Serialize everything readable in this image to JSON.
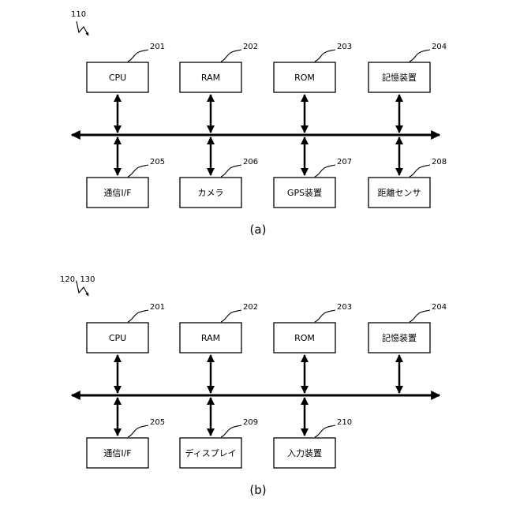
{
  "figures": [
    {
      "id": "a",
      "tag": "110",
      "caption": "(a)",
      "top": [
        {
          "label": "CPU",
          "ref": "201"
        },
        {
          "label": "RAM",
          "ref": "202"
        },
        {
          "label": "ROM",
          "ref": "203"
        },
        {
          "label": "記憶装置",
          "ref": "204"
        }
      ],
      "bottom": [
        {
          "label": "通信I/F",
          "ref": "205"
        },
        {
          "label": "カメラ",
          "ref": "206"
        },
        {
          "label": "GPS装置",
          "ref": "207"
        },
        {
          "label": "距離センサ",
          "ref": "208"
        }
      ]
    },
    {
      "id": "b",
      "tag": "120, 130",
      "caption": "(b)",
      "top": [
        {
          "label": "CPU",
          "ref": "201"
        },
        {
          "label": "RAM",
          "ref": "202"
        },
        {
          "label": "ROM",
          "ref": "203"
        },
        {
          "label": "記憶装置",
          "ref": "204"
        }
      ],
      "bottom": [
        {
          "label": "通信I/F",
          "ref": "205"
        },
        {
          "label": "ディスプレイ",
          "ref": "209"
        },
        {
          "label": "入力装置",
          "ref": "210"
        }
      ]
    }
  ]
}
